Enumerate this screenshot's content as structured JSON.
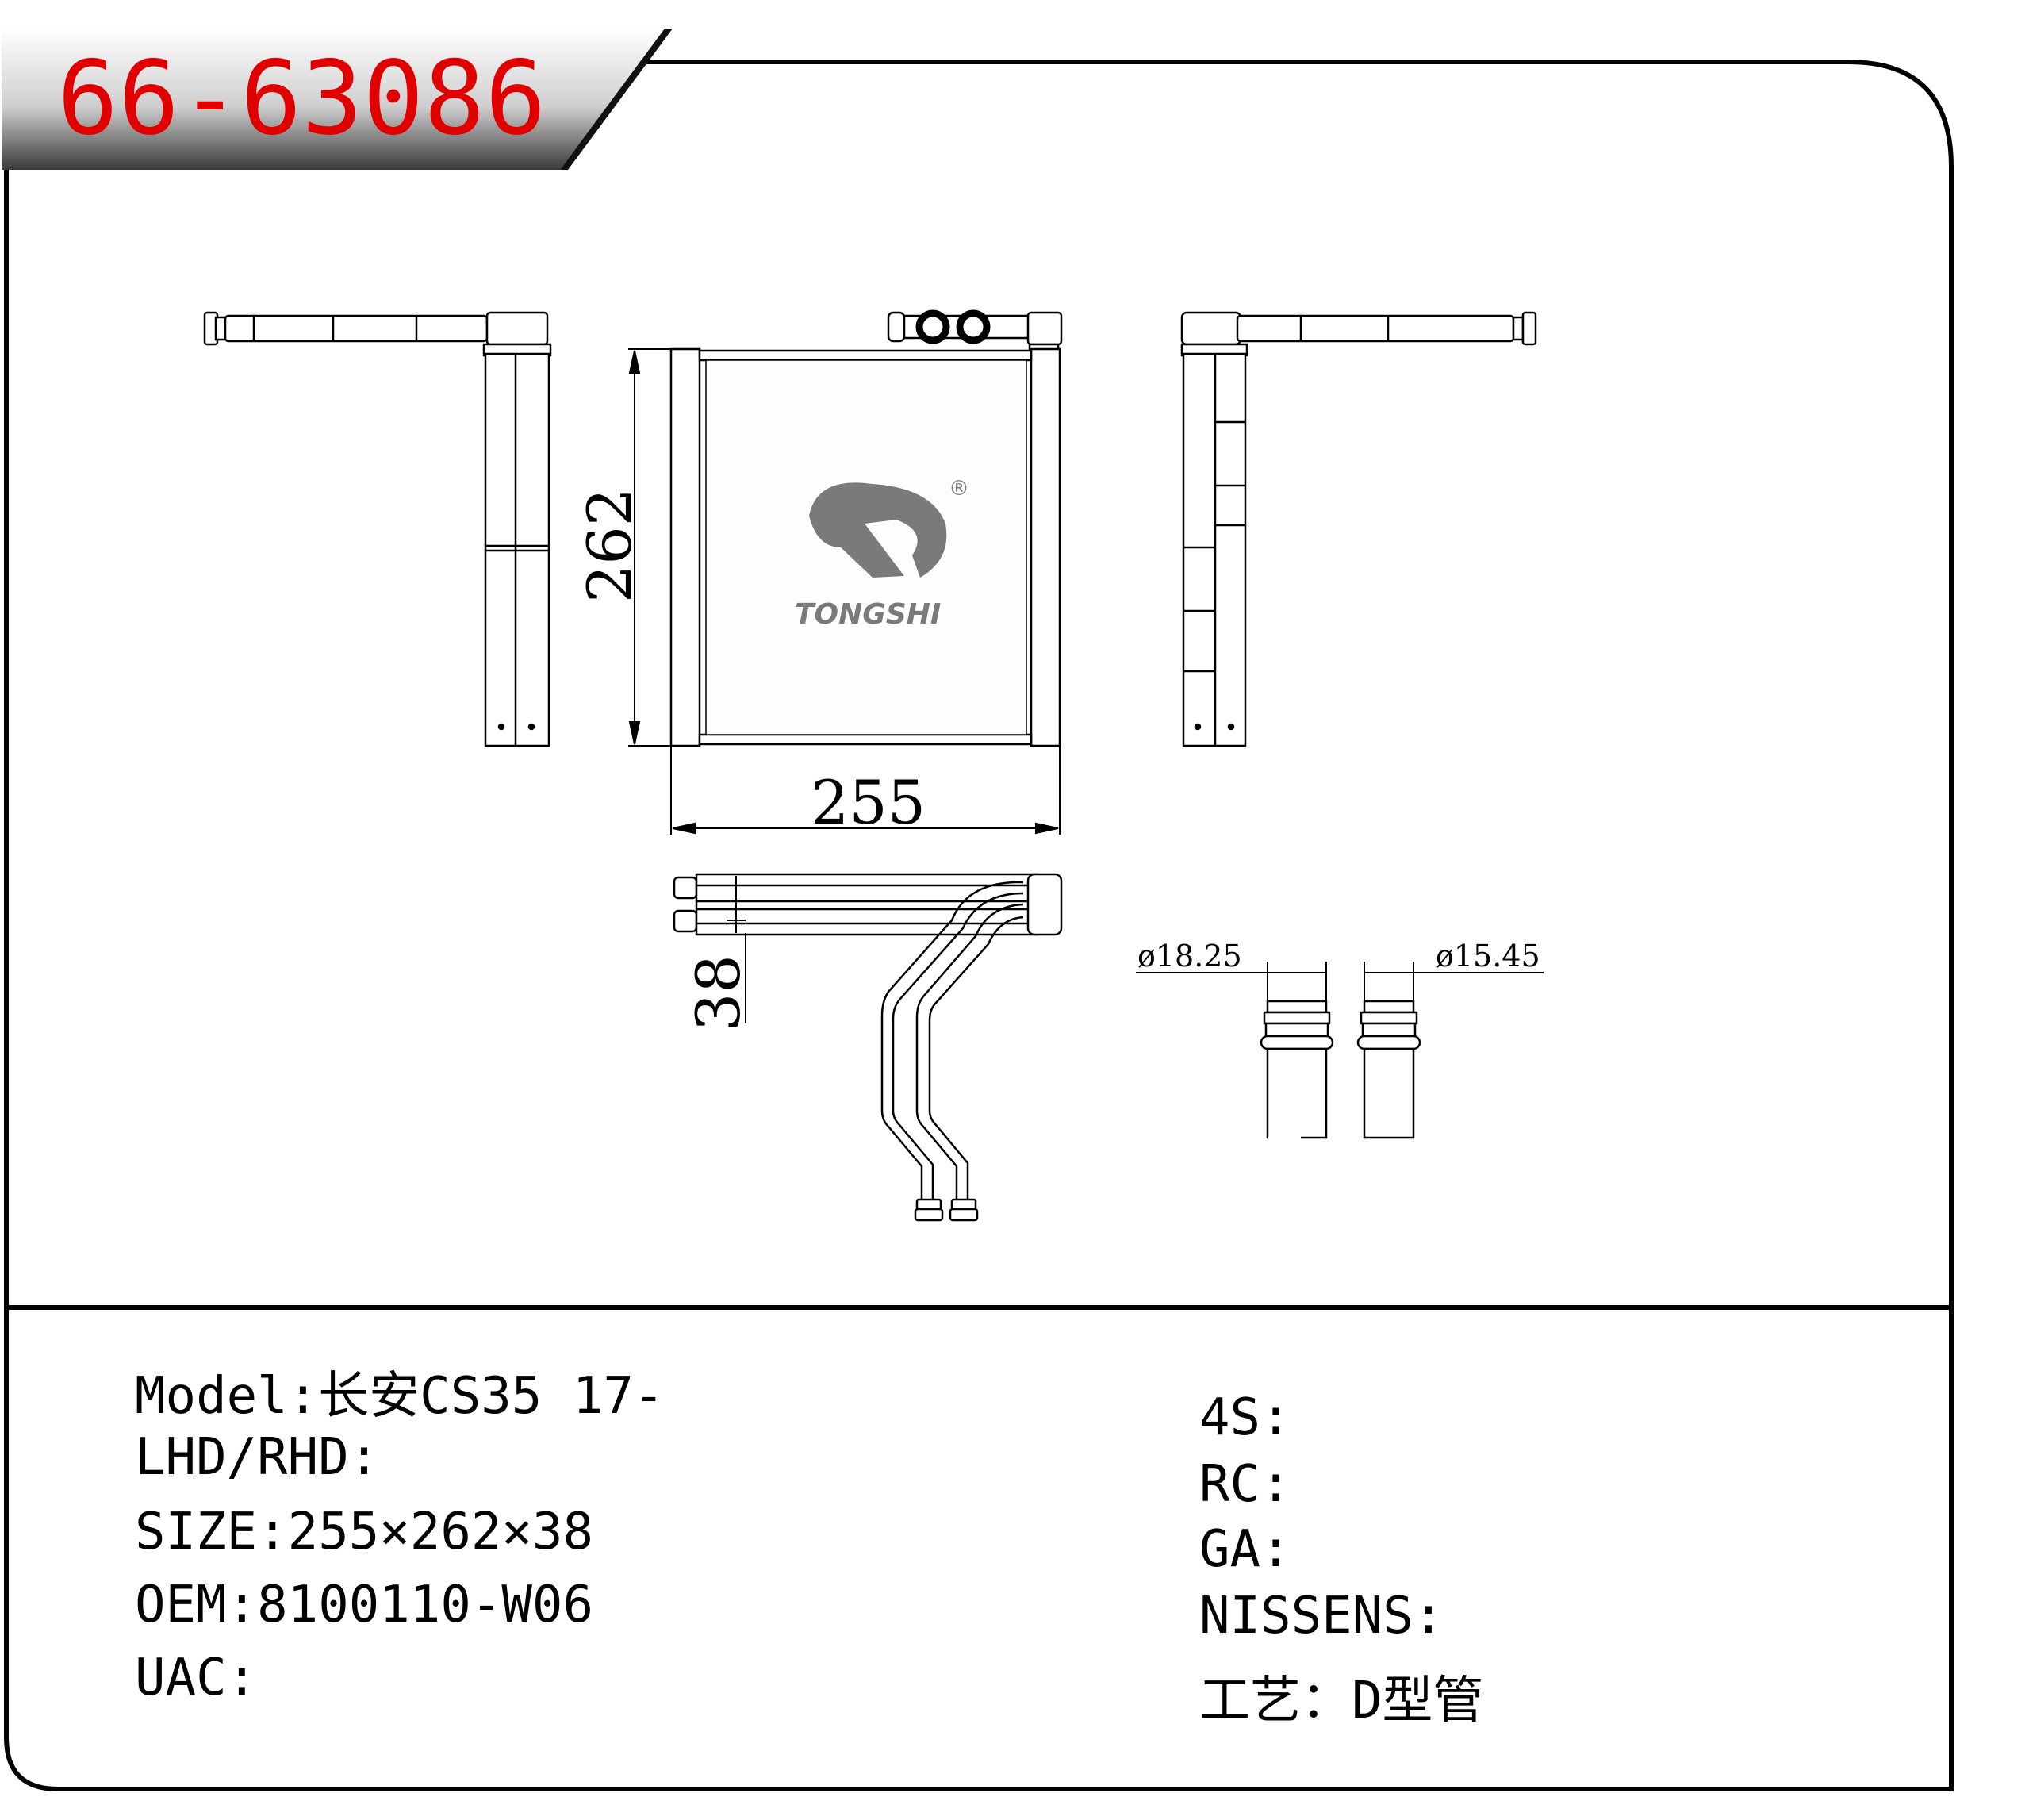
{
  "header": {
    "part_code": "66-63086"
  },
  "drawing": {
    "dim_height": "262",
    "dim_width": "255",
    "dim_depth": "38",
    "pipe_dia_1": "ø18.25",
    "pipe_dia_2": "ø15.45",
    "logo_text": "TONGSHI",
    "logo_mark": "®"
  },
  "specs_left": [
    {
      "label": "Model:",
      "value": "长安CS35 17-"
    },
    {
      "label": "LHD/RHD:",
      "value": ""
    },
    {
      "label": "SIZE:",
      "value": "255×262×38"
    },
    {
      "label": "OEM:",
      "value": "8100110-W06"
    },
    {
      "label": "UAC:",
      "value": ""
    }
  ],
  "specs_right": [
    {
      "label": "4S:",
      "value": ""
    },
    {
      "label": "RC:",
      "value": ""
    },
    {
      "label": "GA:",
      "value": ""
    },
    {
      "label": "NISSENS:",
      "value": ""
    },
    {
      "label": "工艺：",
      "value": "D型管"
    }
  ]
}
